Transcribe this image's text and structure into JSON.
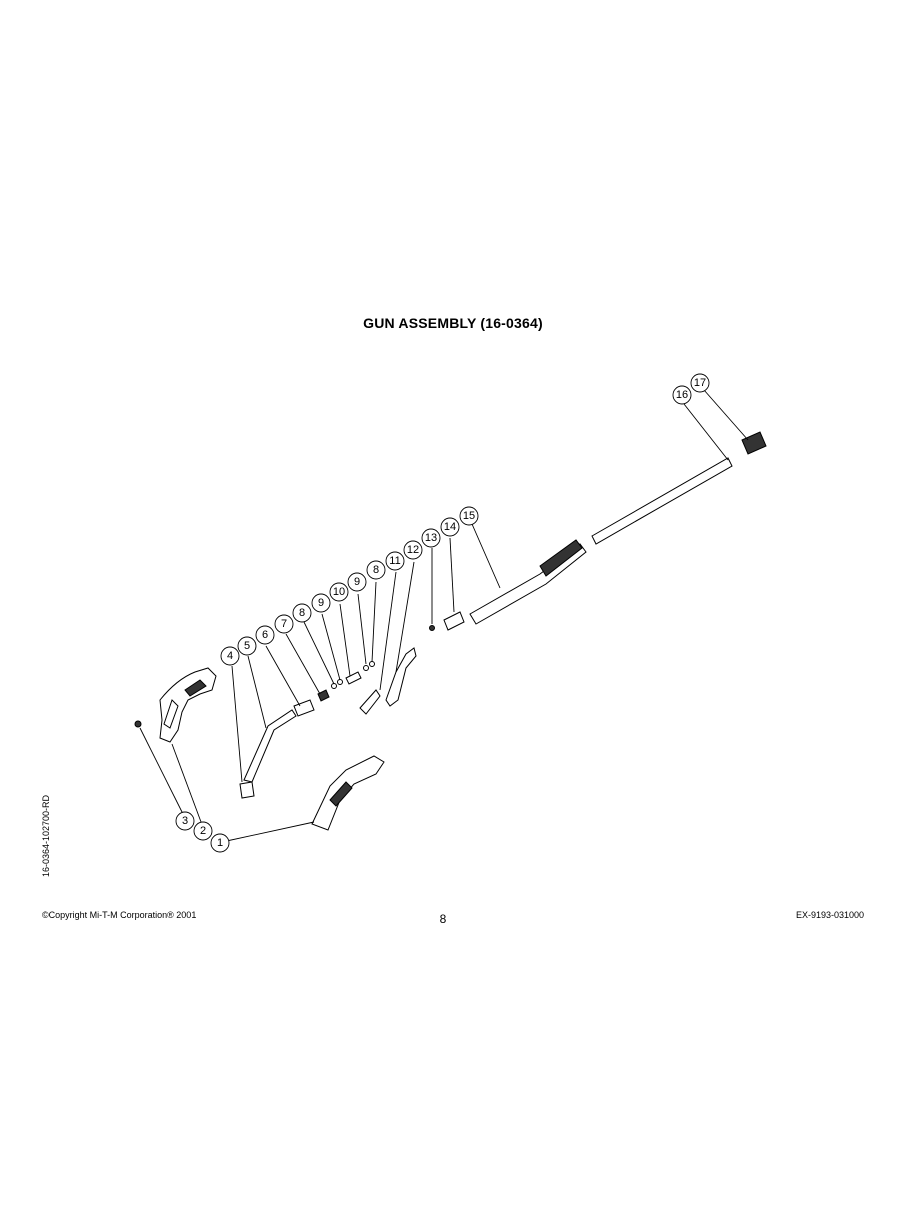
{
  "title": "GUN ASSEMBLY (16-0364)",
  "side_code": "16-0364-102700-RD",
  "footer": {
    "copyright": "©Copyright Mi-T-M Corporation® 2001",
    "page_number": "8",
    "document_code": "EX-9193-031000"
  },
  "callouts": [
    "1",
    "2",
    "3",
    "4",
    "5",
    "6",
    "7",
    "8",
    "9",
    "10",
    "9",
    "8",
    "11",
    "12",
    "13",
    "14",
    "15",
    "16",
    "17"
  ]
}
